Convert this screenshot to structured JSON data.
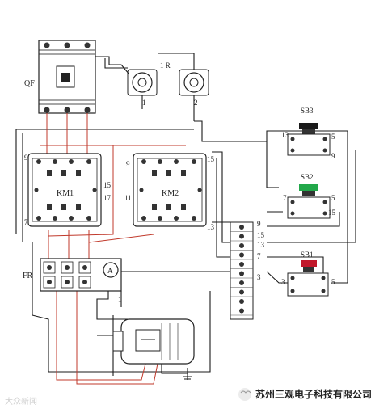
{
  "labels": {
    "qf": "QF",
    "jr": "1 R",
    "jr_term1": "1",
    "jr_term2": "2",
    "km1": "KM1",
    "km2": "KM2",
    "fr": "FR",
    "ammeter": "A",
    "sb1": "SB1",
    "sb2": "SB2",
    "sb3": "SB3",
    "km1_t9": "9",
    "km1_t15": "15",
    "km1_t17": "17",
    "km1_t7": "7",
    "km2_t9": "9",
    "km2_t11": "11",
    "km2_t15": "15",
    "km2_t13": "13",
    "sb3_t13": "13",
    "sb3_t5": "5",
    "sb3_t9": "9",
    "sb2_t7": "7",
    "sb2_t5": "5",
    "sb2_t15": "15",
    "sb1_t3": "3",
    "sb1_t5": "5",
    "tb_9": "9",
    "tb_15": "15",
    "tb_13": "13",
    "tb_7": "7",
    "tb_3": "3",
    "fr_1": "1"
  },
  "watermark": {
    "left": "大众新闻",
    "right": "苏州三观电子科技有限公司"
  },
  "colors": {
    "wire_black": "#1a1a1a",
    "wire_red": "#c0392b",
    "sb1_cap": "#c0182b",
    "sb2_cap": "#22a84a",
    "sb3_cap": "#1a1a1a",
    "outline": "#2a2a2a"
  }
}
